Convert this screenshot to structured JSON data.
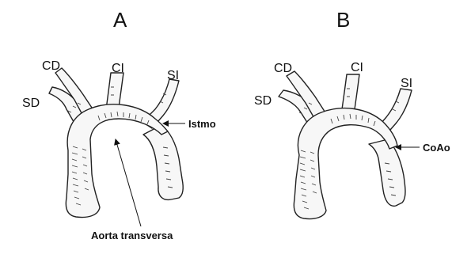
{
  "panels": [
    {
      "label": "A",
      "vessels": {
        "cd": "CD",
        "sd": "SD",
        "ci": "CI",
        "si": "SI"
      },
      "annotations": {
        "isthmus": "Istmo",
        "transverse": "Aorta transversa"
      }
    },
    {
      "label": "B",
      "vessels": {
        "cd": "CD",
        "sd": "SD",
        "ci": "CI",
        "si": "SI"
      },
      "annotations": {
        "coarctation": "CoAo"
      }
    }
  ]
}
